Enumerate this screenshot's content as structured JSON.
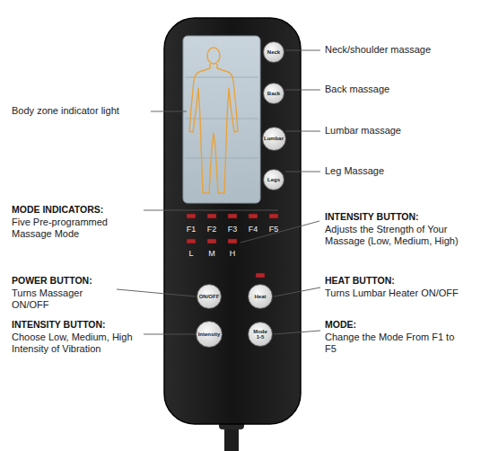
{
  "diagram": {
    "nodes": [
      {
        "text": [
          "Neck"
        ]
      },
      {
        "text": [
          "Back"
        ]
      },
      {
        "text": [
          "Lumbar"
        ]
      },
      {
        "text": [
          "Legs"
        ]
      },
      {
        "text": [
          "ON/OFF"
        ]
      },
      {
        "text": [
          "Heat"
        ]
      },
      {
        "text": [
          "Intensity"
        ]
      },
      {
        "text": [
          "Mode 1-5"
        ]
      }
    ],
    "labels": [
      "Neck/shoulder massage",
      "Back massage",
      "Lumbar massage",
      "Leg Massage",
      "Body zone indicator light",
      "MODE INDICATORS:",
      "Five Pre-programmed Massage Mode",
      "INTENSITY BUTTON:",
      "Adjusts the Strength of Your Massage (Low, Medium, High)",
      "POWER BUTTON:",
      "Turns Massager ON/OFF",
      "HEAT BUTTON:",
      "Turns Lumbar Heater ON/OFF",
      "INTENSITY BUTTON:",
      "Choose Low, Medium, High Intensity of Vibration",
      "MODE:",
      "Change the Mode From F1 to F5",
      "F1",
      "F2",
      "F3",
      "F4",
      "F5",
      "L",
      "M",
      "H"
    ]
  }
}
